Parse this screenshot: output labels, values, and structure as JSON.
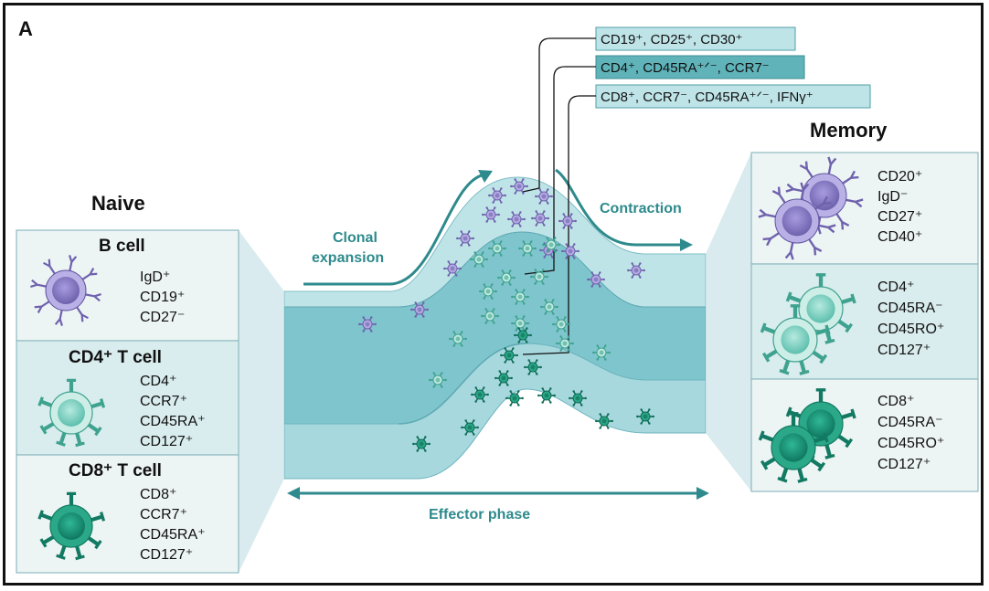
{
  "panel_label": "A",
  "naive": {
    "title": "Naive",
    "cells": [
      {
        "name": "B cell",
        "markers": [
          "IgD⁺",
          "CD19⁺",
          "CD27⁻"
        ]
      },
      {
        "name": "CD4⁺ T cell",
        "markers": [
          "CD4⁺",
          "CCR7⁺",
          "CD45RA⁺",
          "CD127⁺"
        ]
      },
      {
        "name": "CD8⁺ T cell",
        "markers": [
          "CD8⁺",
          "CCR7⁺",
          "CD45RA⁺",
          "CD127⁺"
        ]
      }
    ]
  },
  "memory": {
    "title": "Memory",
    "cells": [
      {
        "markers": [
          "CD20⁺",
          "IgD⁻",
          "CD27⁺",
          "CD40⁺"
        ]
      },
      {
        "markers": [
          "CD4⁺",
          "CD45RA⁻",
          "CD45RO⁺",
          "CD127⁺"
        ]
      },
      {
        "markers": [
          "CD8⁺",
          "CD45RA⁻",
          "CD45RO⁺",
          "CD127⁺"
        ]
      }
    ]
  },
  "phases": {
    "clonal_expansion": [
      "Clonal",
      "expansion"
    ],
    "contraction": "Contraction",
    "effector": "Effector phase"
  },
  "effector_markers": [
    "CD19⁺, CD25⁺, CD30⁺",
    "CD4⁺, CD45RA⁺ᐟ⁻, CCR7⁻",
    "CD8⁺, CCR7⁻, CD45RA⁺ᐟ⁻, IFNγ⁺"
  ],
  "colors": {
    "b_cell": "#8a7ec2",
    "cd4_cell": "#7fcdbf",
    "cd8_cell": "#1a9a7c",
    "band_light": "#b5dfe3",
    "band_mid": "#a2d5dc",
    "band_dark": "#7cc3cb",
    "accent": "#2e8a8c"
  }
}
